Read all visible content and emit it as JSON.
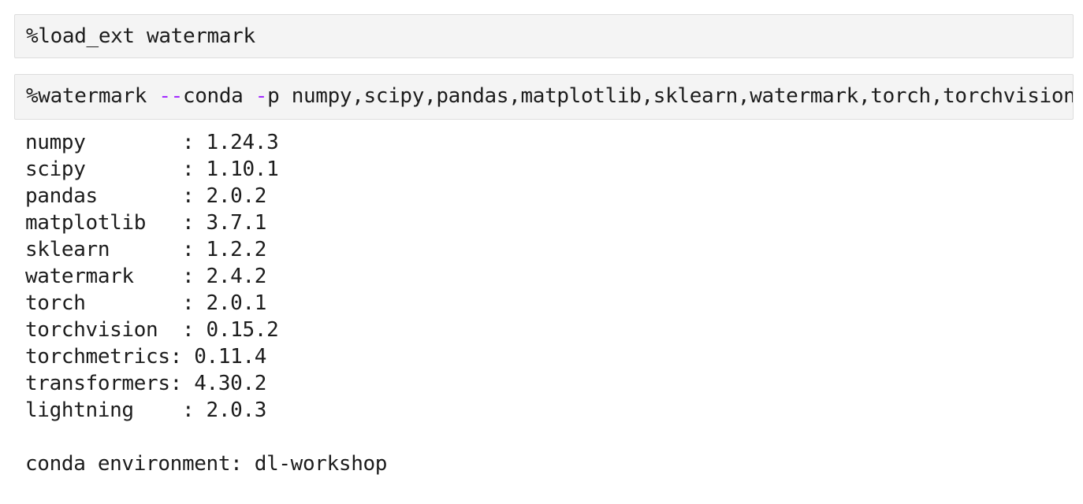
{
  "theme": {
    "cell_background": "#f4f4f4",
    "cell_border": "#dddddd",
    "text_color": "#1c1c1c",
    "flag_accent": "#a22aff",
    "page_background": "#ffffff"
  },
  "cells": {
    "load_ext": {
      "source": "%load_ext watermark"
    },
    "watermark": {
      "magic": "%watermark ",
      "flag_conda_dashes": "--",
      "flag_conda_name": "conda ",
      "flag_p_dash": "-",
      "flag_p_name": "p ",
      "packages": "numpy,scipy,pandas,matplotlib,sklearn,watermark,torch,torchvision,torchmetrics,transformers,lightning",
      "full_source": "%watermark --conda -p numpy,scipy,pandas,matplotlib,sklearn,watermark,torch,torchvision,torchmetrics,transformers,lightning"
    }
  },
  "output": {
    "packages": [
      {
        "name": "numpy",
        "label": "numpy        : ",
        "version": "1.24.3"
      },
      {
        "name": "scipy",
        "label": "scipy        : ",
        "version": "1.10.1"
      },
      {
        "name": "pandas",
        "label": "pandas       : ",
        "version": "2.0.2"
      },
      {
        "name": "matplotlib",
        "label": "matplotlib   : ",
        "version": "3.7.1"
      },
      {
        "name": "sklearn",
        "label": "sklearn      : ",
        "version": "1.2.2"
      },
      {
        "name": "watermark",
        "label": "watermark    : ",
        "version": "2.4.2"
      },
      {
        "name": "torch",
        "label": "torch        : ",
        "version": "2.0.1"
      },
      {
        "name": "torchvision",
        "label": "torchvision  : ",
        "version": "0.15.2"
      },
      {
        "name": "torchmetrics",
        "label": "torchmetrics : ",
        "version": "0.11.4"
      },
      {
        "name": "transformers",
        "label": "transformers : ",
        "version": "4.30.2"
      },
      {
        "name": "lightning",
        "label": "lightning    : ",
        "version": "2.0.3"
      }
    ],
    "lines": [
      "numpy        : 1.24.3",
      "scipy        : 1.10.1",
      "pandas       : 2.0.2",
      "matplotlib   : 3.7.1",
      "sklearn      : 1.2.2",
      "watermark    : 2.4.2",
      "torch        : 2.0.1",
      "torchvision  : 0.15.2",
      "torchmetrics: 0.11.4",
      "transformers: 4.30.2",
      "lightning    : 2.0.3",
      "",
      "conda environment: dl-workshop"
    ],
    "conda_environment_line": "conda environment: dl-workshop",
    "conda_environment_label": "conda environment: ",
    "conda_environment_value": "dl-workshop"
  }
}
